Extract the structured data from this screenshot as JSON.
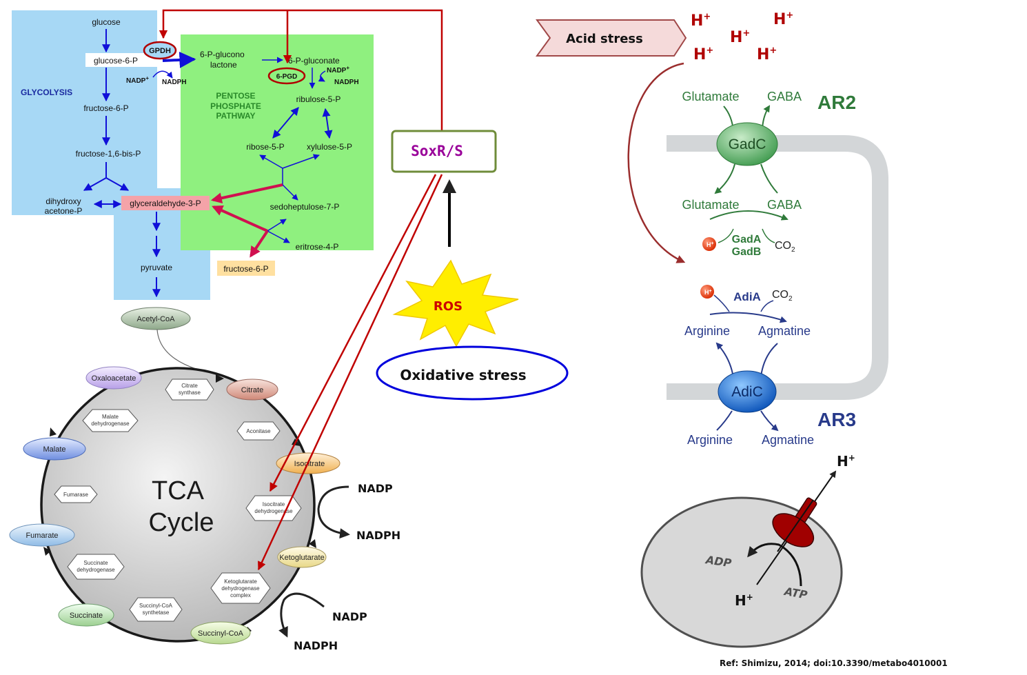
{
  "colors": {
    "glycolysis_bg": "#a7d8f5",
    "ppp_bg": "#8ff07f",
    "blue_arrow": "#1010d8",
    "red_line": "#c00000",
    "magenta_arrow": "#d01050",
    "ar2_green": "#2f7a3a",
    "ar3_blue": "#283a8a",
    "membrane_gray": "#d3d6d8",
    "ros_yellow": "#ffee00",
    "oxidative_ring": "#0000dd",
    "soxrs_border": "#6f8c3a",
    "soxrs_text": "#990099",
    "proton_red": "#b00000",
    "cell_gray": "#d8d8d8",
    "pump_red": "#a00000"
  },
  "glycolysis": {
    "title": "GLYCOLYSIS",
    "glucose": "glucose",
    "glucose6p": "glucose-6-P",
    "gpdh": "GPDH",
    "nadp": "NADP",
    "nadp_sup": "+",
    "nadph": "NADPH",
    "fructose6p": "fructose-6-P",
    "fructose16bisp": "fructose-1,6-bis-P",
    "dihydroxy1": "dihydroxy",
    "dihydroxy2": "acetone-P",
    "g3p": "glyceraldehyde-3-P",
    "pyruvate": "pyruvate",
    "acetylcoa": "Acetyl-CoA"
  },
  "ppp": {
    "title1": "PENTOSE",
    "title2": "PHOSPHATE",
    "title3": "PATHWAY",
    "glucono1": "6-P-glucono",
    "glucono2": "lactone",
    "gluconate": "6-P-gluconate",
    "pgd": "6-PGD",
    "nadp": "NADP",
    "nadp_sup": "+",
    "nadph": "NADPH",
    "ribulose": "ribulose-5-P",
    "ribose": "ribose-5-P",
    "xylulose": "xylulose-5-P",
    "sedo": "sedoheptulose-7-P",
    "eritrose": "eritrose-4-P",
    "fructose6p": "fructose-6-P"
  },
  "tca": {
    "title1": "TCA",
    "title2": "Cycle",
    "metabolites": {
      "citrate": "Citrate",
      "isocitrate": "Isocitrate",
      "ketoglutarate": "Ketoglutarate",
      "succinylcoa": "Succinyl-CoA",
      "succinate": "Succinate",
      "fumarate": "Fumarate",
      "malate": "Malate",
      "oxaloacetate": "Oxaloacetate"
    },
    "enzymes": {
      "citrate_synthase1": "Citrate",
      "citrate_synthase2": "synthase",
      "aconitase": "Aconitase",
      "idh1": "Isocitrate",
      "idh2": "dehydrogenase",
      "kgdh1": "Ketoglutarate",
      "kgdh2": "dehydrogenase",
      "kgdh3": "complex",
      "scs1": "Succinyl-CoA",
      "scs2": "synthetase",
      "sdh1": "Succinate",
      "sdh2": "dehydrogenase",
      "fumarase": "Fumarase",
      "mdh1": "Malate",
      "mdh2": "dehydrogenase"
    },
    "nadp1": "NADP",
    "nadph1": "NADPH",
    "nadp2": "NADP",
    "nadph2": "NADPH"
  },
  "stress": {
    "soxrs": "SoxR/S",
    "ros": "ROS",
    "oxidative": "Oxidative stress",
    "acid": "Acid stress"
  },
  "protons": {
    "h": "H",
    "plus": "+"
  },
  "acid_resistance": {
    "ar2": "AR2",
    "ar3": "AR3",
    "glutamate": "Glutamate",
    "gaba": "GABA",
    "gadc": "GadC",
    "gada": "GadA",
    "gadb": "GadB",
    "co2": "CO",
    "co2_sub": "2",
    "adia": "AdiA",
    "adic": "AdiC",
    "arginine": "Arginine",
    "agmatine": "Agmatine"
  },
  "atpase": {
    "adp": "ADP",
    "atp": "ATP"
  },
  "reference": "Ref: Shimizu, 2014; doi:10.3390/metabo4010001"
}
